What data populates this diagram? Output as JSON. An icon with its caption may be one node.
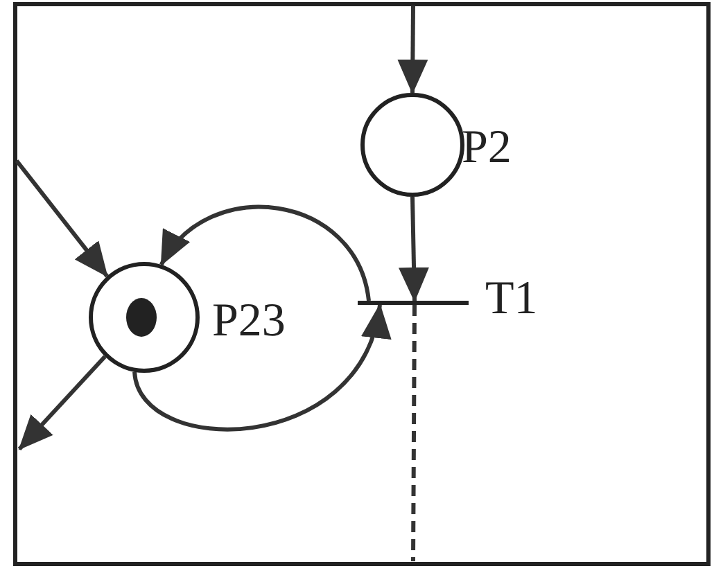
{
  "diagram": {
    "nodes": [
      {
        "text": [],
        "shape": "circle",
        "beside": [
          "P2"
        ]
      },
      {
        "text": [],
        "shape": "circle",
        "beside": [
          "P23"
        ]
      },
      {
        "text": [],
        "shape": "bar",
        "beside": [
          "T1"
        ]
      }
    ],
    "edges": [
      {
        "from": null,
        "to": 0,
        "arrow": "to"
      },
      {
        "from": 0,
        "to": 2,
        "arrow": "to"
      },
      {
        "from": 2,
        "to": 1,
        "arrow": "to"
      },
      {
        "from": 1,
        "to": 2,
        "arrow": "to"
      },
      {
        "from": null,
        "to": 1,
        "arrow": "to"
      },
      {
        "from": 1,
        "to": null,
        "arrow": "to"
      },
      {
        "from": 2,
        "to": null,
        "arrow": "none",
        "style": "dashed"
      }
    ]
  }
}
